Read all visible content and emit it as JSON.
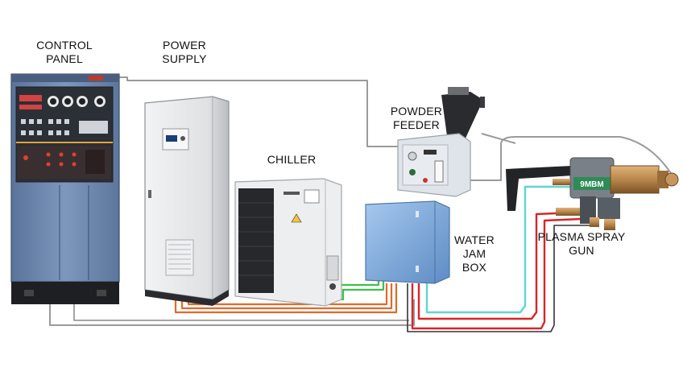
{
  "labels": {
    "control_panel": [
      "CONTROL",
      "PANEL"
    ],
    "power_supply": [
      "POWER",
      "SUPPLY"
    ],
    "chiller": [
      "CHILLER"
    ],
    "powder_feeder": [
      "POWDER",
      "FEEDER"
    ],
    "water_jam_box": [
      "WATER",
      "JAM",
      "BOX"
    ],
    "plasma_spray_gun": [
      "PLASMA SPRAY",
      "GUN"
    ]
  },
  "gun_badge": "9MBM",
  "colors": {
    "cable_gray": "#9a9a9a",
    "cable_orange": "#e06a2a",
    "cable_green": "#3fc04a",
    "cable_cyan": "#5fd6d0",
    "cable_red": "#d8252a",
    "panel_blue": "#6b86ad",
    "cabinet_gray": "#dfe1e3",
    "jambox_blue": "#7fa8d8",
    "brass": "#b8864a"
  },
  "icons": [
    "control-panel-cabinet",
    "power-supply-cabinet",
    "chiller-unit",
    "powder-feeder-unit",
    "water-jam-box",
    "plasma-spray-gun"
  ]
}
